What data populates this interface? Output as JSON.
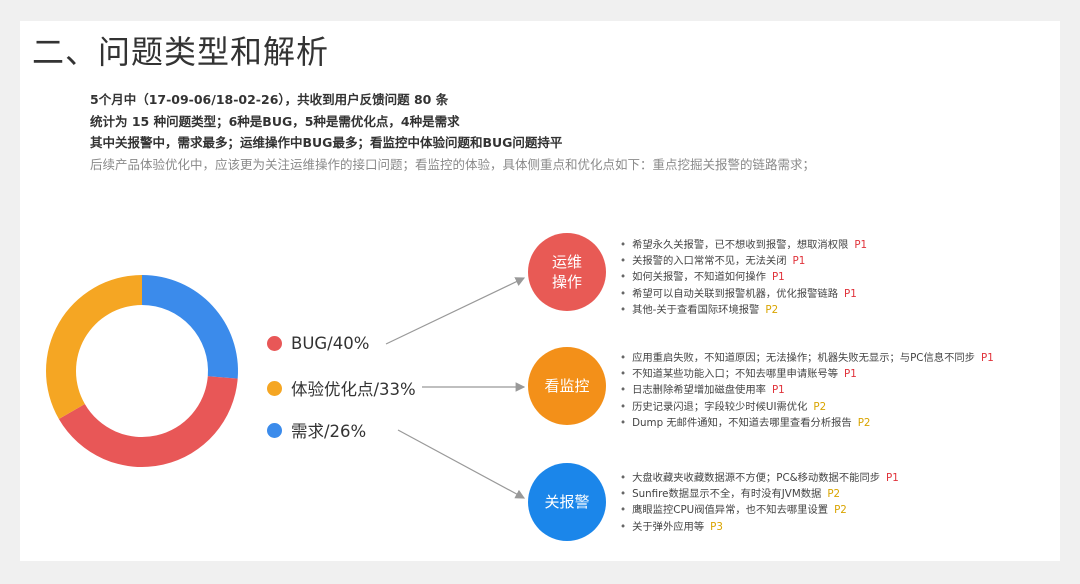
{
  "title": "二、问题类型和解析",
  "summary": [
    "5个月中（17-09-06/18-02-26），共收到用户反馈问题 80 条",
    "统计为 15 种问题类型；6种是BUG，5种是需优化点，4种是需求",
    "其中关报警中，需求最多；运维操作中BUG最多；看监控中体验问题和BUG问题持平",
    "后续产品体验优化中，应该更为关注运维操作的接口问题；看监控的体验，具体侧重点和优化点如下：重点挖掘关报警的链路需求；"
  ],
  "chart_data": {
    "type": "pie",
    "title": "",
    "categories": [
      "BUG",
      "体验优化点",
      "需求"
    ],
    "values": [
      40,
      33,
      26
    ],
    "labels": [
      "BUG/40%",
      "体验优化点/33%",
      "需求/26%"
    ],
    "colors": [
      "#e85757",
      "#f5a623",
      "#3b8beb"
    ],
    "donut": true,
    "legend": "right"
  },
  "groups": [
    {
      "label": "运维\n操作",
      "color": "#e85a55",
      "items": [
        {
          "text": "希望永久关报警，已不想收到报警，想取消权限",
          "p": "P1"
        },
        {
          "text": "关报警的入口常常不见，无法关闭",
          "p": "P1"
        },
        {
          "text": "如何关报警，不知道如何操作",
          "p": "P1"
        },
        {
          "text": "希望可以自动关联到报警机器，优化报警链路",
          "p": "P1"
        },
        {
          "text": "其他-关于查看国际环境报警",
          "p": "P2"
        }
      ]
    },
    {
      "label": "看监控",
      "color": "#f39019",
      "items": [
        {
          "text": "应用重启失败，不知道原因；无法操作；机器失败无显示；与PC信息不同步",
          "p": "P1"
        },
        {
          "text": "不知道某些功能入口；不知去哪里申请账号等",
          "p": "P1"
        },
        {
          "text": "日志删除希望增加磁盘使用率",
          "p": "P1"
        },
        {
          "text": "历史记录闪退；字段较少时候UI需优化",
          "p": "P2"
        },
        {
          "text": "Dump 无邮件通知，不知道去哪里查看分析报告",
          "p": "P2"
        }
      ]
    },
    {
      "label": "关报警",
      "color": "#1b86ea",
      "items": [
        {
          "text": "大盘收藏夹收藏数据源不方便；PC&移动数据不能同步",
          "p": "P1"
        },
        {
          "text": "Sunfire数据显示不全，有时没有JVM数据",
          "p": "P2"
        },
        {
          "text": "鹰眼监控CPU阀值异常，也不知去哪里设置",
          "p": "P2"
        },
        {
          "text": "关于弹外应用等",
          "p": "P3"
        }
      ]
    }
  ]
}
